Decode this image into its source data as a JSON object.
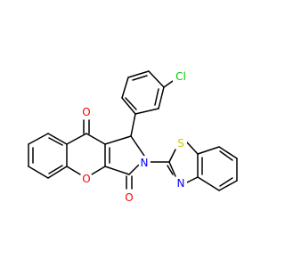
{
  "molecule": {
    "atoms": {
      "o_ketone": {
        "text": "O",
        "color": "#FF0000"
      },
      "o_ring": {
        "text": "O",
        "color": "#FF0000"
      },
      "o_amide": {
        "text": "O",
        "color": "#FF0000"
      },
      "n_ring": {
        "text": "N",
        "color": "#0000FF"
      },
      "n_thiazole": {
        "text": "N",
        "color": "#0000FF"
      },
      "s_thiazole": {
        "text": "S",
        "color": "#CCCC00"
      },
      "cl": {
        "text": "Cl",
        "color": "#00CC00"
      }
    }
  }
}
